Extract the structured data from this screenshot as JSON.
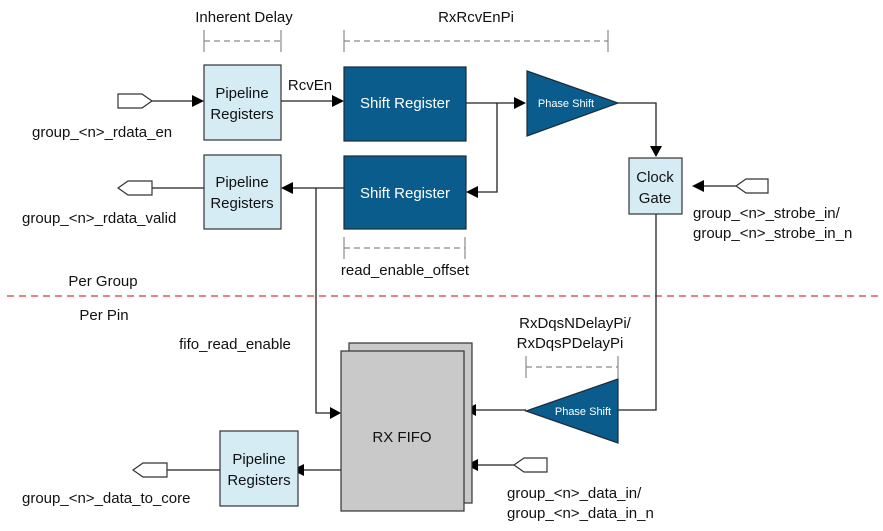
{
  "diagram": {
    "annotations": {
      "inherent_delay": "Inherent Delay",
      "rx_rcv_en_pi": "RxRcvEnPi",
      "read_enable_offset": "read_enable_offset",
      "rx_dqs_delay_line1": "RxDqsNDelayPi/",
      "rx_dqs_delay_line2": "RxDqsPDelayPi"
    },
    "regions": {
      "per_group": "Per Group",
      "per_pin": "Per Pin"
    },
    "blocks": {
      "pipeline_top": {
        "line1": "Pipeline",
        "line2": "Registers"
      },
      "pipeline_mid": {
        "line1": "Pipeline",
        "line2": "Registers"
      },
      "pipeline_bottom": {
        "line1": "Pipeline",
        "line2": "Registers"
      },
      "shift_register_top": "Shift Register",
      "shift_register_bottom": "Shift Register",
      "phase_shift_top": "Phase Shift",
      "phase_shift_bottom": "Phase Shift",
      "clock_gate": {
        "line1": "Clock",
        "line2": "Gate"
      },
      "rx_fifo": "RX FIFO"
    },
    "signals": {
      "rcv_en": "RcvEn",
      "fifo_read_enable": "fifo_read_enable",
      "rdata_en": "group_<n>_rdata_en",
      "rdata_valid": "group_<n>_rdata_valid",
      "strobe_in_line1": "group_<n>_strobe_in/",
      "strobe_in_line2": "group_<n>_strobe_in_n",
      "data_to_core": "group_<n>_data_to_core",
      "data_in_line1": "group_<n>_data_in/",
      "data_in_line2": "group_<n>_data_in_n"
    },
    "colors": {
      "light_block": "#d5ecf4",
      "dark_block": "#0a5c8d",
      "fifo": "#c9c9c9",
      "group_divider": "#e0353f"
    }
  }
}
